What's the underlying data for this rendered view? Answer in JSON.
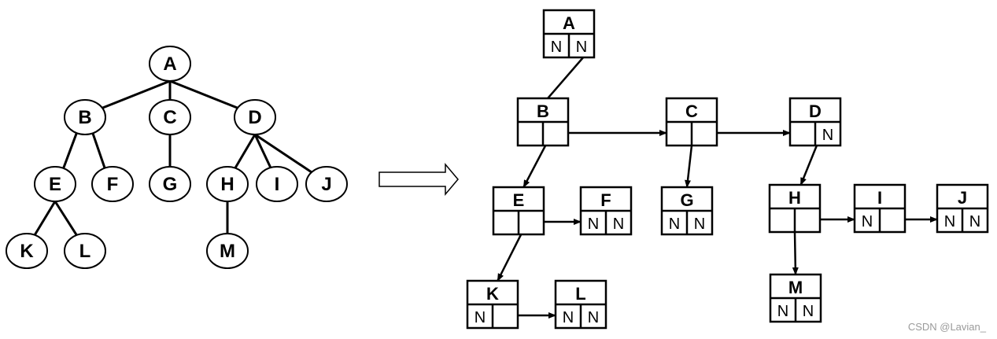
{
  "tree": {
    "nodes": [
      "A",
      "B",
      "C",
      "D",
      "E",
      "F",
      "G",
      "H",
      "I",
      "J",
      "K",
      "L",
      "M"
    ],
    "edges": [
      [
        "A",
        "B"
      ],
      [
        "A",
        "C"
      ],
      [
        "A",
        "D"
      ],
      [
        "B",
        "E"
      ],
      [
        "B",
        "F"
      ],
      [
        "C",
        "G"
      ],
      [
        "D",
        "H"
      ],
      [
        "D",
        "I"
      ],
      [
        "D",
        "J"
      ],
      [
        "E",
        "K"
      ],
      [
        "E",
        "L"
      ],
      [
        "H",
        "M"
      ]
    ]
  },
  "representation": {
    "null_symbol": "N",
    "nodes": [
      {
        "label": "A",
        "first_child": null,
        "next_sibling": null
      },
      {
        "label": "B",
        "first_child": "E",
        "next_sibling": "C"
      },
      {
        "label": "C",
        "first_child": "G",
        "next_sibling": "D"
      },
      {
        "label": "D",
        "first_child": "H",
        "next_sibling": null
      },
      {
        "label": "E",
        "first_child": "K",
        "next_sibling": "F"
      },
      {
        "label": "F",
        "first_child": null,
        "next_sibling": null
      },
      {
        "label": "G",
        "first_child": null,
        "next_sibling": null
      },
      {
        "label": "H",
        "first_child": "M",
        "next_sibling": "I"
      },
      {
        "label": "I",
        "first_child": null,
        "next_sibling": "J"
      },
      {
        "label": "J",
        "first_child": null,
        "next_sibling": null
      },
      {
        "label": "K",
        "first_child": null,
        "next_sibling": "L"
      },
      {
        "label": "L",
        "first_child": null,
        "next_sibling": null
      },
      {
        "label": "M",
        "first_child": null,
        "next_sibling": null
      }
    ],
    "arrows": [
      {
        "from": "A",
        "to": "B"
      },
      {
        "from": "B",
        "to": "C"
      },
      {
        "from": "C",
        "to": "D"
      },
      {
        "from": "B",
        "to": "E"
      },
      {
        "from": "C",
        "to": "G"
      },
      {
        "from": "D",
        "to": "H"
      },
      {
        "from": "E",
        "to": "F"
      },
      {
        "from": "E",
        "to": "K"
      },
      {
        "from": "K",
        "to": "L"
      },
      {
        "from": "H",
        "to": "I"
      },
      {
        "from": "I",
        "to": "J"
      },
      {
        "from": "H",
        "to": "M"
      }
    ]
  },
  "watermark": "CSDN @Lavian_"
}
